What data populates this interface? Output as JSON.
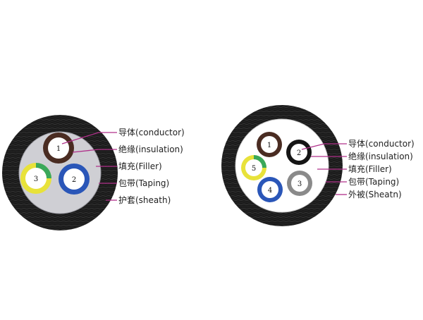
{
  "colors": {
    "sheath": "#1b1b1b",
    "filler_gray": "#cfcfd4",
    "filler_white": "#ffffff",
    "leader_line": "#b0308a",
    "insulation_brown": "#4a2c22",
    "insulation_black": "#151515",
    "insulation_blue": "#2a56b8",
    "insulation_yellow_green": "#e8e23a",
    "insulation_gray": "#8a8a8a",
    "green_stripe": "#3aa85a"
  },
  "cable_left": {
    "cores": [
      {
        "number": "1",
        "insulation": "brown"
      },
      {
        "number": "2",
        "insulation": "blue"
      },
      {
        "number": "3",
        "insulation": "yellow-green"
      }
    ],
    "labels": [
      {
        "text": "导体(conductor)"
      },
      {
        "text": "绝缘(insulation)"
      },
      {
        "text": "填充(Filler)"
      },
      {
        "text": "包带(Taping)"
      },
      {
        "text": "护套(sheath)"
      }
    ]
  },
  "cable_right": {
    "cores": [
      {
        "number": "1",
        "insulation": "brown"
      },
      {
        "number": "2",
        "insulation": "black"
      },
      {
        "number": "3",
        "insulation": "gray"
      },
      {
        "number": "4",
        "insulation": "blue"
      },
      {
        "number": "5",
        "insulation": "yellow-green"
      }
    ],
    "labels": [
      {
        "text": "导体(conductor)"
      },
      {
        "text": "绝缘(insulation)"
      },
      {
        "text": "填充(Filler)"
      },
      {
        "text": "包带(Taping)"
      },
      {
        "text": "外被(Sheatn)"
      }
    ]
  }
}
